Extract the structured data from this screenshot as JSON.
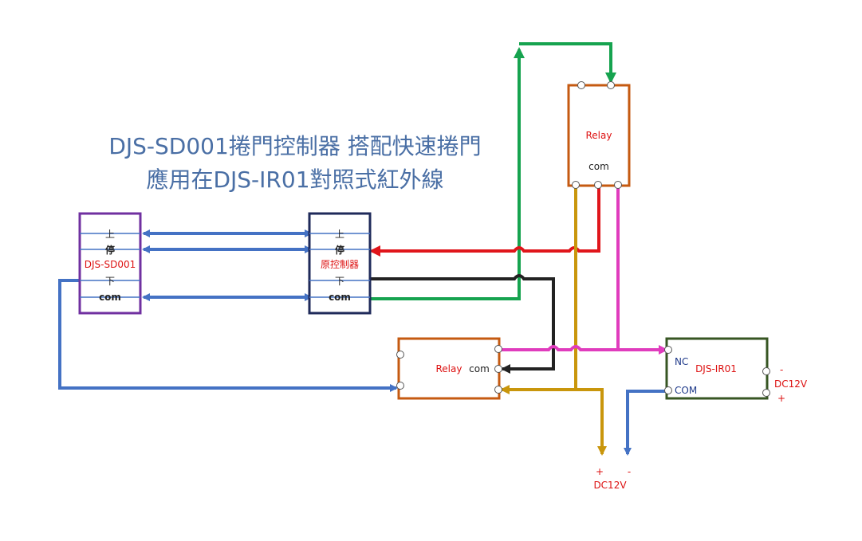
{
  "title": {
    "line1": "DJS-SD001捲門控制器 搭配快速捲門",
    "line2": "應用在DJS-IR01對照式紅外線"
  },
  "djs_sd001": {
    "name": "DJS-SD001",
    "up": "上",
    "stop": "停",
    "down": "下",
    "com": "com"
  },
  "original_controller": {
    "name": "原控制器",
    "up": "上",
    "stop": "停",
    "down": "下",
    "com": "com"
  },
  "relay_top": {
    "name": "Relay",
    "com": "com"
  },
  "relay_bottom": {
    "name": "Relay",
    "com": "com"
  },
  "djs_ir01": {
    "name": "DJS-IR01",
    "nc": "NC",
    "com": "COM",
    "minus": "-",
    "dc": "DC12V",
    "plus": "+"
  },
  "power_out": {
    "plus": "+",
    "minus": "-",
    "dc": "DC12V"
  },
  "colors": {
    "blue": "#4472c4",
    "red": "#e0151b",
    "green": "#16a34f",
    "black": "#222222",
    "magenta": "#e03cbd",
    "gold": "#c9960c",
    "purple_box": "#7030a0",
    "navy_box": "#1f2a5a",
    "orange_box": "#c55a11",
    "olive_box": "#375623"
  }
}
